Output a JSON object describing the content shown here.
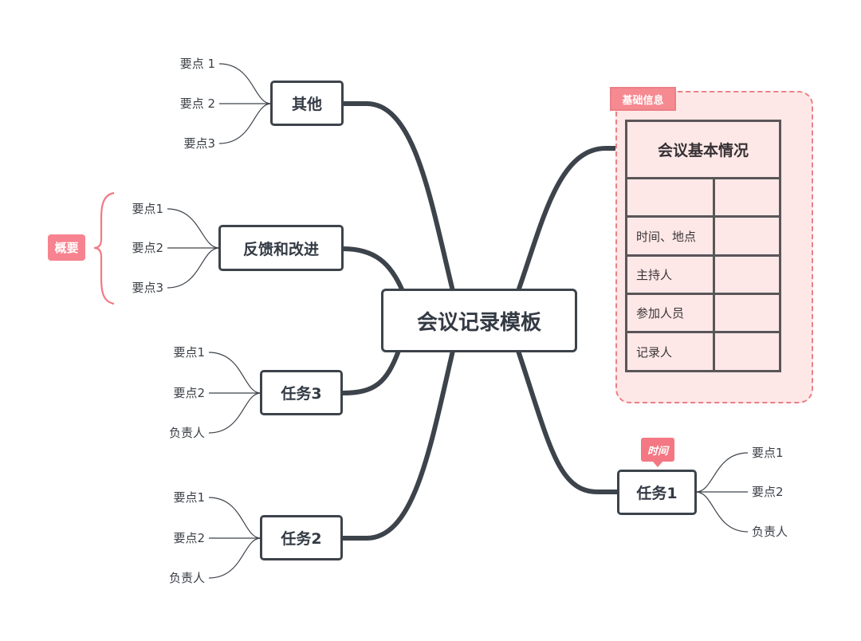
{
  "center": {
    "label": "会议记录模板"
  },
  "boundary": {
    "label": "基础信息"
  },
  "info_table": {
    "title": "会议基本情况",
    "rows": [
      {
        "label": "",
        "value": ""
      },
      {
        "label": "时间、地点",
        "value": ""
      },
      {
        "label": "主持人",
        "value": ""
      },
      {
        "label": "参加人员",
        "value": ""
      },
      {
        "label": "记录人",
        "value": ""
      }
    ]
  },
  "branches": {
    "other": {
      "label": "其他",
      "points": [
        "要点 1",
        "要点 2",
        "要点3"
      ]
    },
    "feedback": {
      "label": "反馈和改进",
      "points": [
        "要点1",
        "要点2",
        "要点3"
      ],
      "summary": "概要"
    },
    "task3": {
      "label": "任务3",
      "points": [
        "要点1",
        "要点2",
        "负责人"
      ]
    },
    "task2": {
      "label": "任务2",
      "points": [
        "要点1",
        "要点2",
        "负责人"
      ]
    },
    "task1": {
      "label": "任务1",
      "points": [
        "要点1",
        "要点2",
        "负责人"
      ],
      "marker": "时间"
    }
  },
  "colors": {
    "line": "#3d434b",
    "accent": "#f37883",
    "boundary_fill": "#fde8e7",
    "boundary_stroke": "#ec7f86"
  }
}
